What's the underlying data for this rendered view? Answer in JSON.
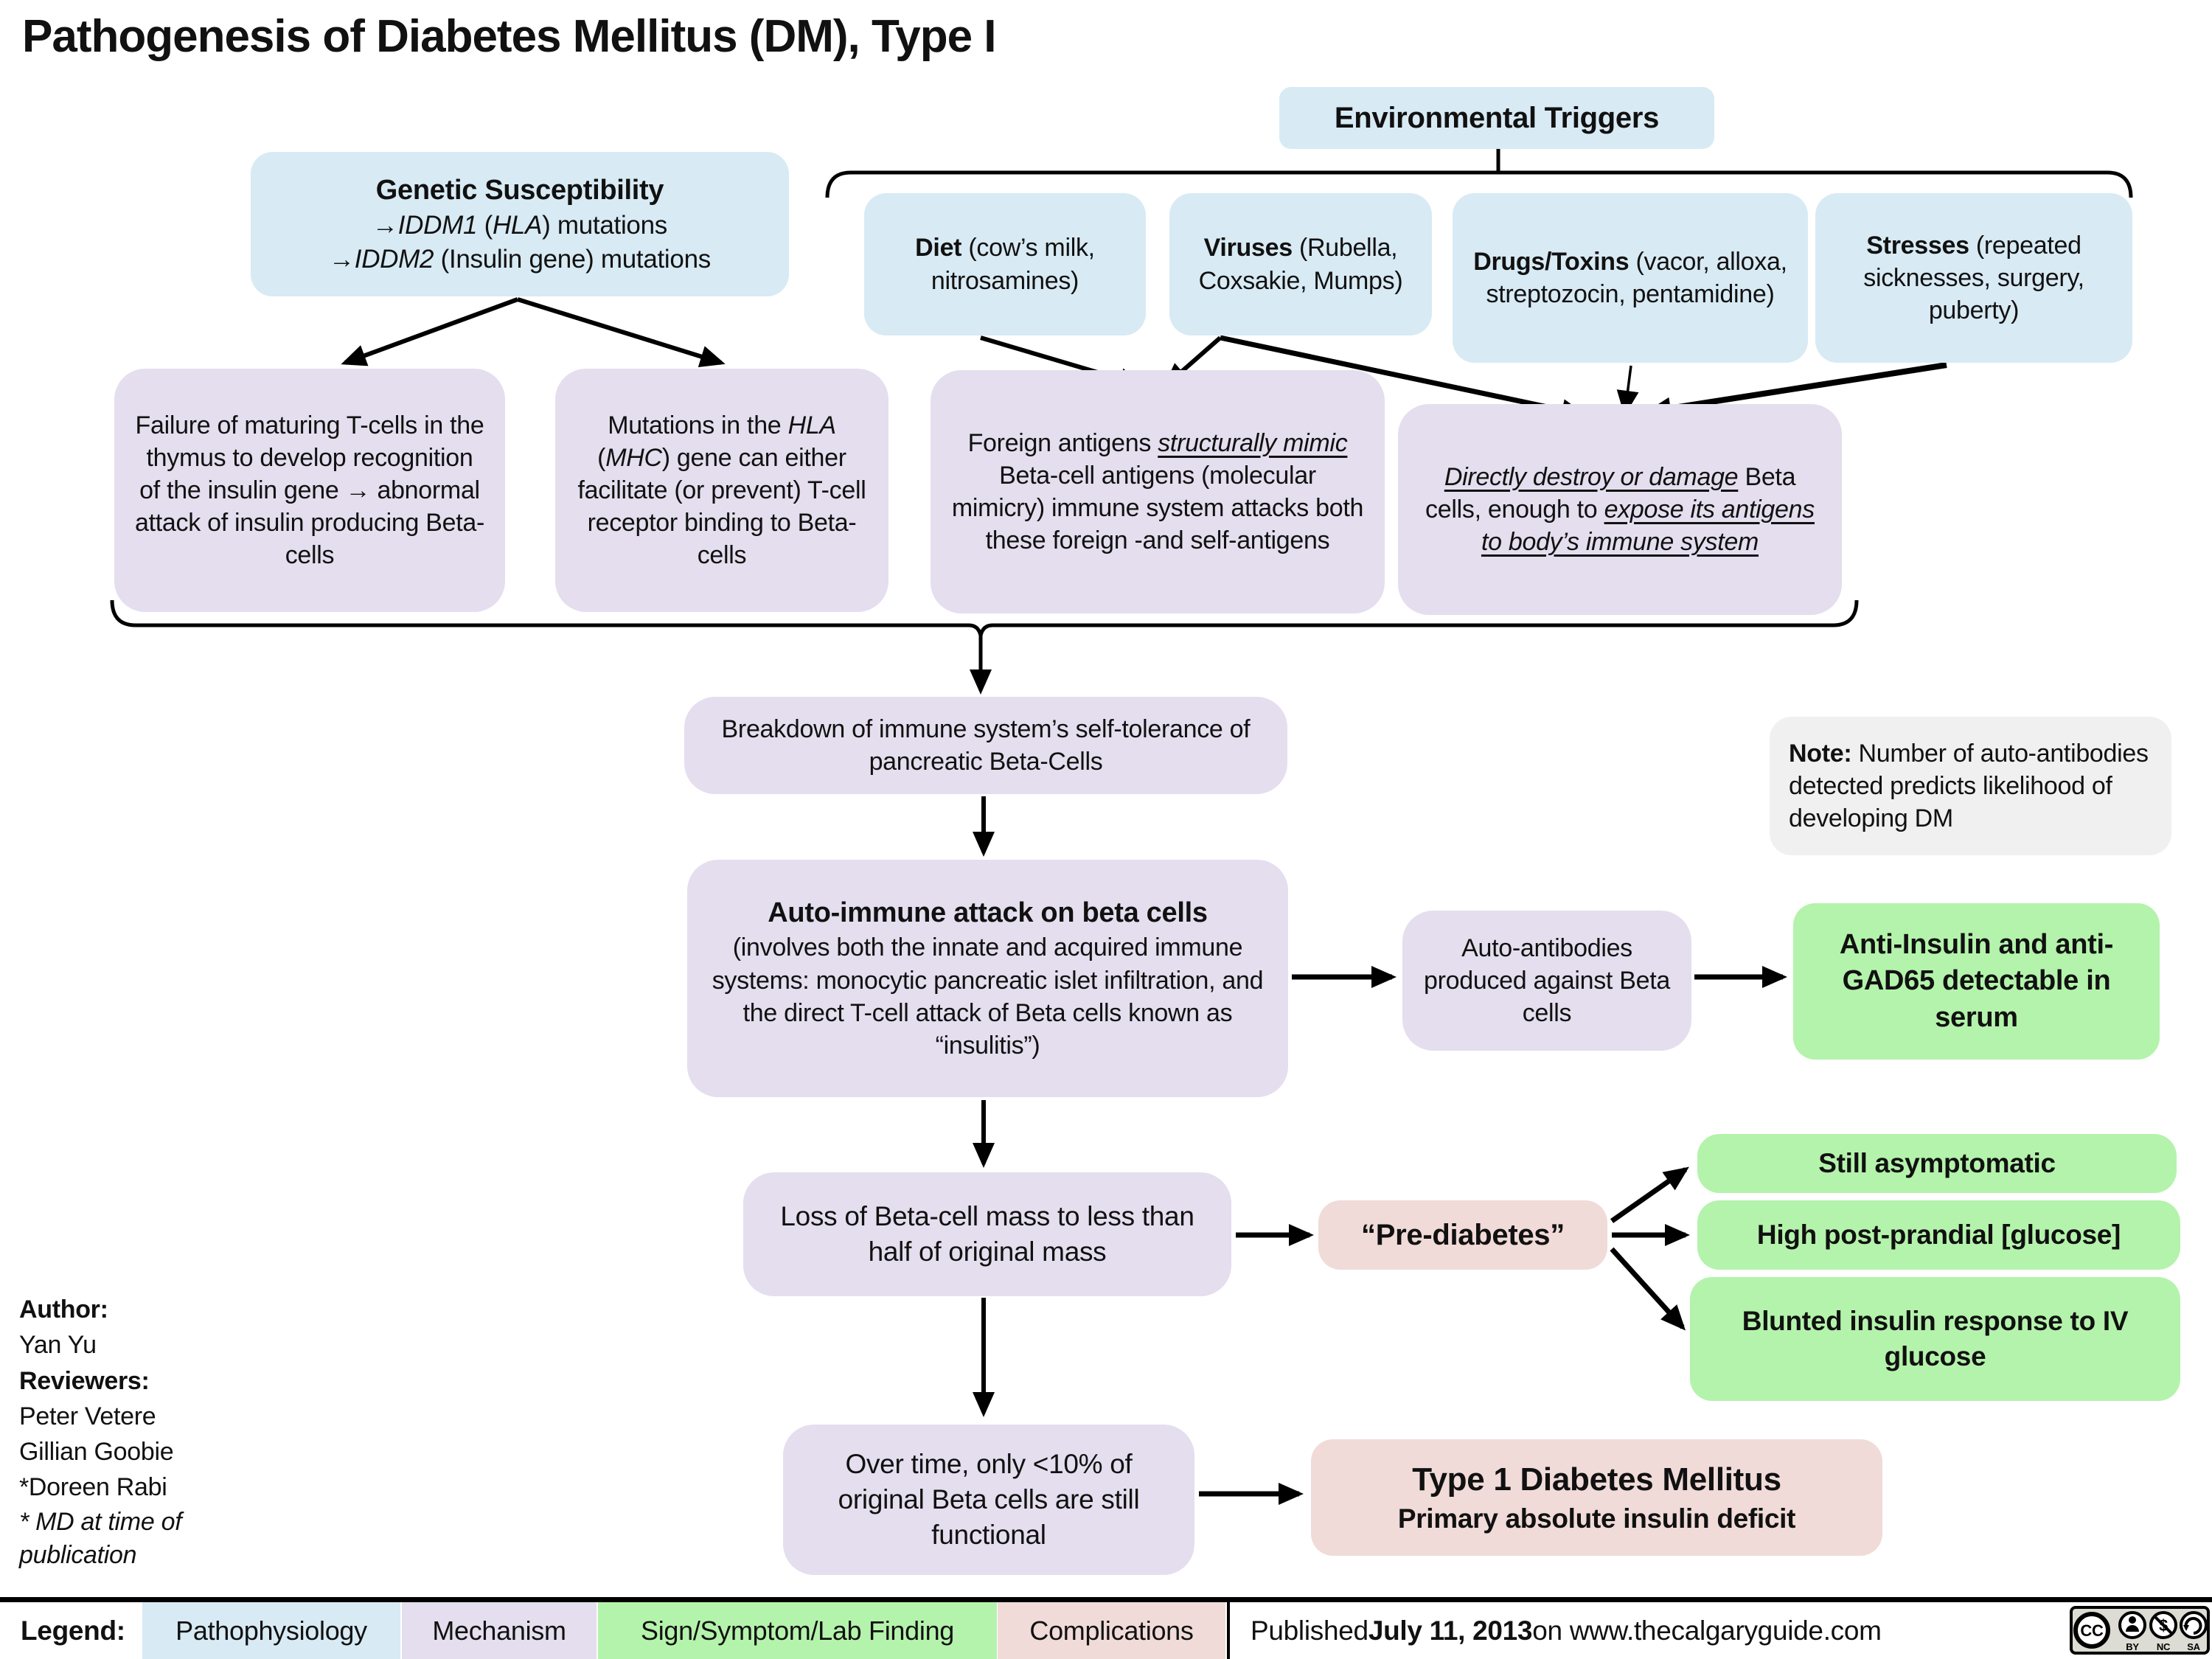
{
  "title": "Pathogenesis of Diabetes Mellitus (DM), Type I",
  "colors": {
    "pathophysiology_blue": "#d8eaf4",
    "mechanism_lavender": "#e4deee",
    "finding_green": "#b4f3ab",
    "complication_pink": "#f0dbd8",
    "note_gray": "#f0f0f0",
    "arrow_black": "#000000"
  },
  "env_triggers": {
    "label": "Environmental Triggers"
  },
  "genetic": {
    "title": "Genetic Susceptibility",
    "line1": {
      "arrow": "→",
      "gene": "IDDM1",
      "mid": " (",
      "gene2": "HLA",
      "rest": ") mutations"
    },
    "line2": {
      "arrow": "→",
      "gene": "IDDM2",
      "rest": " (Insulin gene) mutations"
    }
  },
  "triggers": {
    "diet": {
      "bold": "Diet",
      "rest": " (cow’s milk, nitrosamines)"
    },
    "viruses": {
      "bold": "Viruses",
      "rest": " (Rubella, Coxsakie, Mumps)"
    },
    "drugs": {
      "bold": "Drugs/Toxins",
      "rest": " (vacor, alloxa, streptozocin, pentamidine)"
    },
    "stresses": {
      "bold": "Stresses",
      "rest": " (repeated sicknesses, surgery, puberty)"
    }
  },
  "mechanisms": {
    "tcell_failure": {
      "pre": "Failure of maturing T-cells in the thymus to develop recognition of the insulin gene ",
      "arrow": "→",
      "post": " abnormal attack of insulin producing Beta-cells"
    },
    "hla_mutations": {
      "pre": "Mutations in the ",
      "em1": "HLA",
      "mid": " (",
      "em2": "MHC",
      "post": ") gene can either facilitate (or prevent) T-cell receptor binding to Beta-cells"
    },
    "foreign_antigens": {
      "pre": "Foreign antigens ",
      "em": "structurally mimic",
      "post": " Beta-cell antigens (molecular mimicry) immune system attacks both these foreign -and self-antigens"
    },
    "directly_destroy": {
      "em1": "Directly destroy or damage",
      "mid": " Beta cells, enough to ",
      "em2": "expose its antigens to body’s immune system"
    },
    "breakdown": "Breakdown of immune system’s self-tolerance of pancreatic Beta-Cells",
    "autoimmune": {
      "title": "Auto-immune attack on beta cells",
      "body": "(involves both the innate and acquired immune systems: monocytic pancreatic islet infiltration, and the direct T-cell attack of Beta cells known as “insulitis”)"
    },
    "auto_antibodies": "Auto-antibodies produced against Beta cells",
    "loss_mass": "Loss of Beta-cell mass to less than half of original mass",
    "over_time": "Over time, only <10% of original Beta cells are still functional"
  },
  "note": {
    "bold": "Note:",
    "rest": " Number of auto-antibodies detected predicts likelihood of developing DM"
  },
  "findings": {
    "serum": "Anti-Insulin and anti-GAD65 detectable in serum",
    "asymptomatic": "Still asymptomatic",
    "postprandial": "High post-prandial [glucose]",
    "blunted": "Blunted insulin response to IV glucose"
  },
  "complications": {
    "prediabetes": "“Pre-diabetes”",
    "type1": {
      "title": "Type 1 Diabetes Mellitus",
      "subtitle": "Primary absolute insulin deficit"
    }
  },
  "credits": {
    "author_label": "Author:",
    "author": "Yan Yu",
    "reviewers_label": "Reviewers:",
    "reviewers": [
      "Peter Vetere",
      "Gillian Goobie",
      "*Doreen Rabi"
    ],
    "footnote": "* MD at time of publication"
  },
  "legend": {
    "label": "Legend:",
    "items": [
      "Pathophysiology",
      "Mechanism",
      "Sign/Symptom/Lab Finding",
      "Complications"
    ]
  },
  "footer": {
    "published_pre": "Published ",
    "published_date": "July 11, 2013",
    "published_post": " on www.thecalgaryguide.com"
  },
  "license": {
    "cc": "CC",
    "by": "BY",
    "nc": "NC",
    "sa": "SA"
  }
}
